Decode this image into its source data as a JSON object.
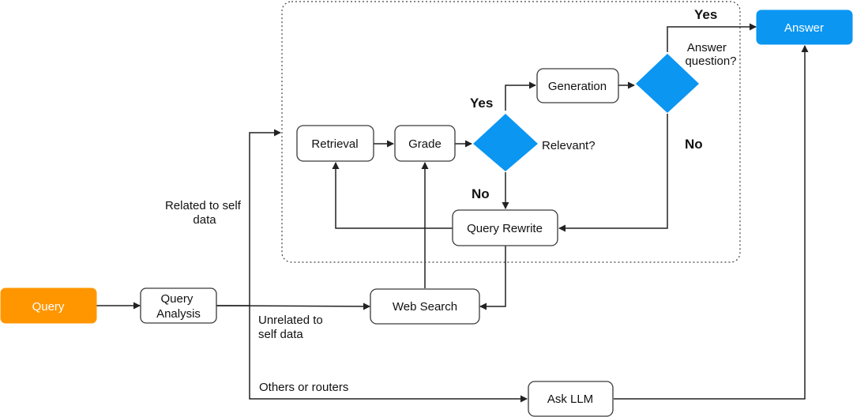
{
  "colors": {
    "query_fill": "#ff9600",
    "answer_fill": "#0b96f2",
    "diamond_fill": "#0b96f2",
    "node_border": "#3a3a3a",
    "edge": "#222222",
    "container_border": "#444444"
  },
  "nodes": {
    "query": "Query",
    "query_analysis": [
      "Query",
      "Analysis"
    ],
    "retrieval": "Retrieval",
    "grade": "Grade",
    "generation": "Generation",
    "query_rewrite": "Query Rewrite",
    "web_search": "Web Search",
    "ask_llm": "Ask LLM",
    "answer": "Answer"
  },
  "decisions": {
    "relevant": "Relevant?",
    "answer_question": [
      "Answer",
      "question?"
    ]
  },
  "edge_labels": {
    "relevant_yes": "Yes",
    "relevant_no": "No",
    "answer_yes": "Yes",
    "answer_no": "No",
    "related": [
      "Related to self",
      "data"
    ],
    "unrelated": [
      "Unrelated to",
      "self data"
    ],
    "others": "Others or routers"
  }
}
